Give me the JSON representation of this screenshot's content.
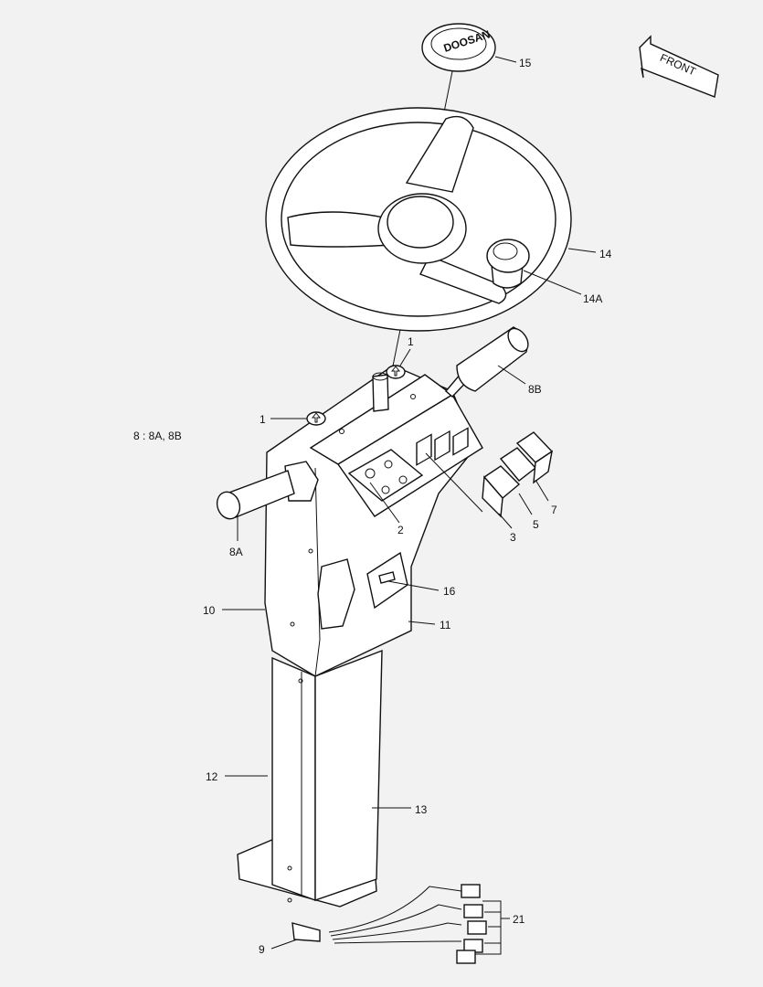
{
  "front_arrow": {
    "text": "FRONT"
  },
  "note": {
    "text": "8 : 8A, 8B"
  },
  "horn_logo": {
    "text": "DOOSAN"
  },
  "labels": {
    "l15": "15",
    "l14": "14",
    "l14a": "14A",
    "l1a": "1",
    "l1b": "1",
    "l8b": "8B",
    "l8a": "8A",
    "l2": "2",
    "l3": "3",
    "l5": "5",
    "l7": "7",
    "l16": "16",
    "l10": "10",
    "l11": "11",
    "l12": "12",
    "l13": "13",
    "l9": "9",
    "l21": "21"
  }
}
